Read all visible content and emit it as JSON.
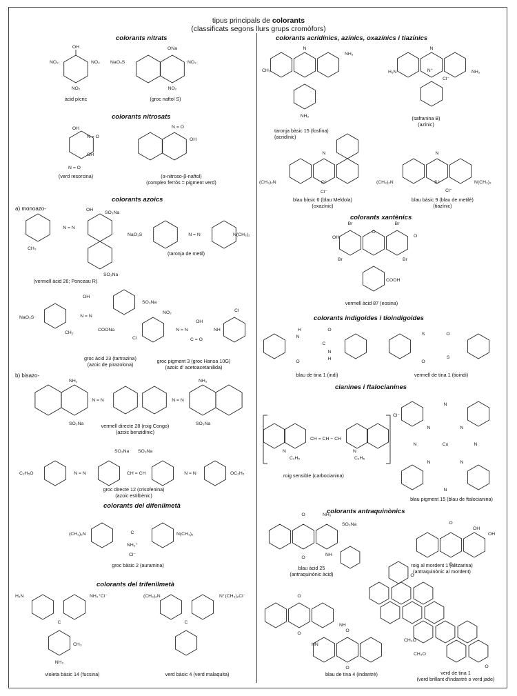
{
  "header": {
    "title_prefix": "tipus principals de",
    "title_bold": "colorants",
    "subtitle": "(classificats segons llurs grups cromòfors)"
  },
  "sections": {
    "nitrats": "colorants nitrats",
    "nitrosats": "colorants nitrosats",
    "azoics": "colorants azoics",
    "difenilmeta": "colorants del difenilmetà",
    "trifenilmeta": "colorants del trifenilmetà",
    "acridinics": "colorants acridínics, azínics, oxazínics i tiazínics",
    "xantenics": "colorants xantènics",
    "indigoides": "colorants indigoides i tioindigoides",
    "cianines": "cianines i ftalocianines",
    "antraquinonics": "colorants antraquinònics"
  },
  "subsections": {
    "monoazo": "a) monoazo-",
    "bisazo": "b) bisazo-"
  },
  "captions": {
    "acid_picric": "àcid pícric",
    "groc_naftol_s": "(groc naftol S)",
    "verd_resorcina": "(verd resorcina)",
    "nitroso_naftol_1": "(α-nitroso-β-naftol)",
    "nitroso_naftol_2": "(complex ferrós = pigment verd)",
    "ponceau": "(vermell àcid 26; Ponceau R)",
    "taronja_metil": "(taronja de metil)",
    "tartrazina_1": "groc àcid 23 (tartrazina)",
    "tartrazina_2": "(azoic de pirazolona)",
    "hansa_1": "groc pigment 3 (groc Hansa 10G)",
    "hansa_2": "(azoic d' acetoacetanilida)",
    "congo_1": "vermell directe 28 (roig Congo)",
    "congo_2": "(azoic benzidínic)",
    "crisofenina_1": "groc directe 12 (crisofenina)",
    "crisofenina_2": "(azoic estilbènic)",
    "auramina": "groc bàsic 2 (auramina)",
    "fucsina": "violeta bàsic 14 (fucsina)",
    "malaquita": "verd bàsic 4 (verd malaquita)",
    "fosfina_1": "taronja bàsic 15 (fosfina)",
    "fosfina_2": "(acridínic)",
    "safranina_1": "(safranina B)",
    "safranina_2": "(azínic)",
    "meldola_1": "blau bàsic 6 (blau Meldola)",
    "meldola_2": "(oxazínic)",
    "metile_1": "blau bàsic 9 (blau de metilè)",
    "metile_2": "(tiazínic)",
    "eosina": "vermell àcid 87 (eosina)",
    "indi": "blau de tina 1 (indi)",
    "tioindi": "vermell de tina 1 (tioindi)",
    "carbocianina": "roig sensible (carbocianina)",
    "ftalocianina": "blau pigment 15 (blau de ftalocianina)",
    "blau_acid_1": "blau àcid 25",
    "blau_acid_2": "(antraquinònic àcid)",
    "alitzarina_1": "roig al mordent 1 (alitzarina)",
    "alitzarina_2": "(antraquinònic al mordent)",
    "indantre": "blau de tina 4 (indantrè)",
    "verd_tina_1": "verd de tina 1",
    "verd_tina_2": "(verd brillant d'indantrè o verd jade)"
  },
  "atom_labels": {
    "OH": "OH",
    "NO2": "NO₂",
    "ONa": "ONa",
    "NaO3S": "NaO₃S",
    "SO3Na": "SO₃Na",
    "N_eq_O": "N = O",
    "N_eq_N": "N = N",
    "CH3": "CH₃",
    "NCH32": "N(CH₃)₂",
    "CH32N": "(CH₃)₂N",
    "COONa": "COONa",
    "Cl": "Cl",
    "NH": "NH",
    "C_eq_O": "C = O",
    "C2H5O": "C₂H₅O",
    "OC2H5": "OC₂H₅",
    "CHeqCH": "CH = CH",
    "C": "C",
    "NH2plus": "NH₂⁺",
    "Clminus": "Cl⁻",
    "H2N": "H₂N",
    "NH2": "NH₂",
    "NH2Cl": "NH₂⁺Cl⁻",
    "NCH32Cl": "N⁺(CH₃)₂Cl⁻",
    "N": "N",
    "Nplus": "N⁺",
    "O": "O",
    "Oplus": "O⁺",
    "Splus": "S⁺",
    "S": "S",
    "Br": "Br",
    "COOH": "COOH",
    "H": "H",
    "C2H5": "C₂H₅",
    "CHeqCHeqCH": "CH = CH − CH",
    "Cu": "Cu",
    "CH3O": "CH₃O",
    "HN": "HN"
  }
}
